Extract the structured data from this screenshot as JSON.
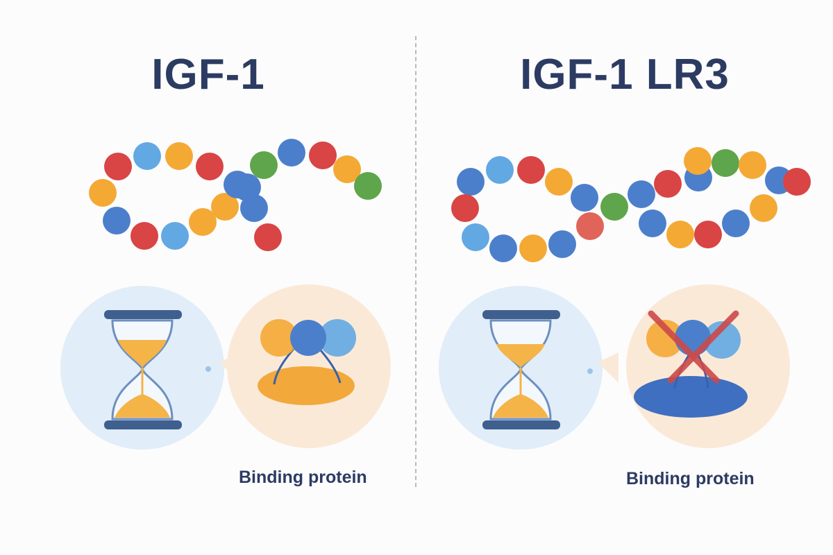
{
  "colors": {
    "title": "#2c3b62",
    "divider": "#b6bac2",
    "red": "#d94445",
    "blue": "#4c7fcb",
    "light_blue": "#62a8e3",
    "orange": "#f4a935",
    "green": "#5ea54b",
    "coral": "#e0645a",
    "hourglass_bg": "#e1edf8",
    "protein_bg": "#fbe9d8",
    "sand": "#f5b447",
    "frame": "#3f5f8f",
    "binding_orange": "#f2a83b",
    "binding_blue": "#3f6fc0",
    "cross": "#cc4a4a"
  },
  "left": {
    "title": "IGF-1",
    "label": "Binding protein",
    "chain": [
      "red",
      "light_blue",
      "orange",
      "red",
      "green",
      "blue",
      "red",
      "orange",
      "green",
      "orange",
      "blue",
      "red",
      "light_blue",
      "orange",
      "orange",
      "blue",
      "blue",
      "red",
      "blue"
    ],
    "binding_state": "bound"
  },
  "right": {
    "title": "IGF-1 LR3",
    "label": "Binding protein",
    "chain": [
      "blue",
      "light_blue",
      "red",
      "orange",
      "blue",
      "green",
      "blue",
      "red",
      "blue",
      "green",
      "orange",
      "blue",
      "red",
      "orange",
      "blue",
      "red",
      "orange",
      "blue",
      "coral",
      "blue",
      "orange",
      "blue",
      "light_blue",
      "red",
      "orange"
    ],
    "binding_state": "blocked"
  }
}
